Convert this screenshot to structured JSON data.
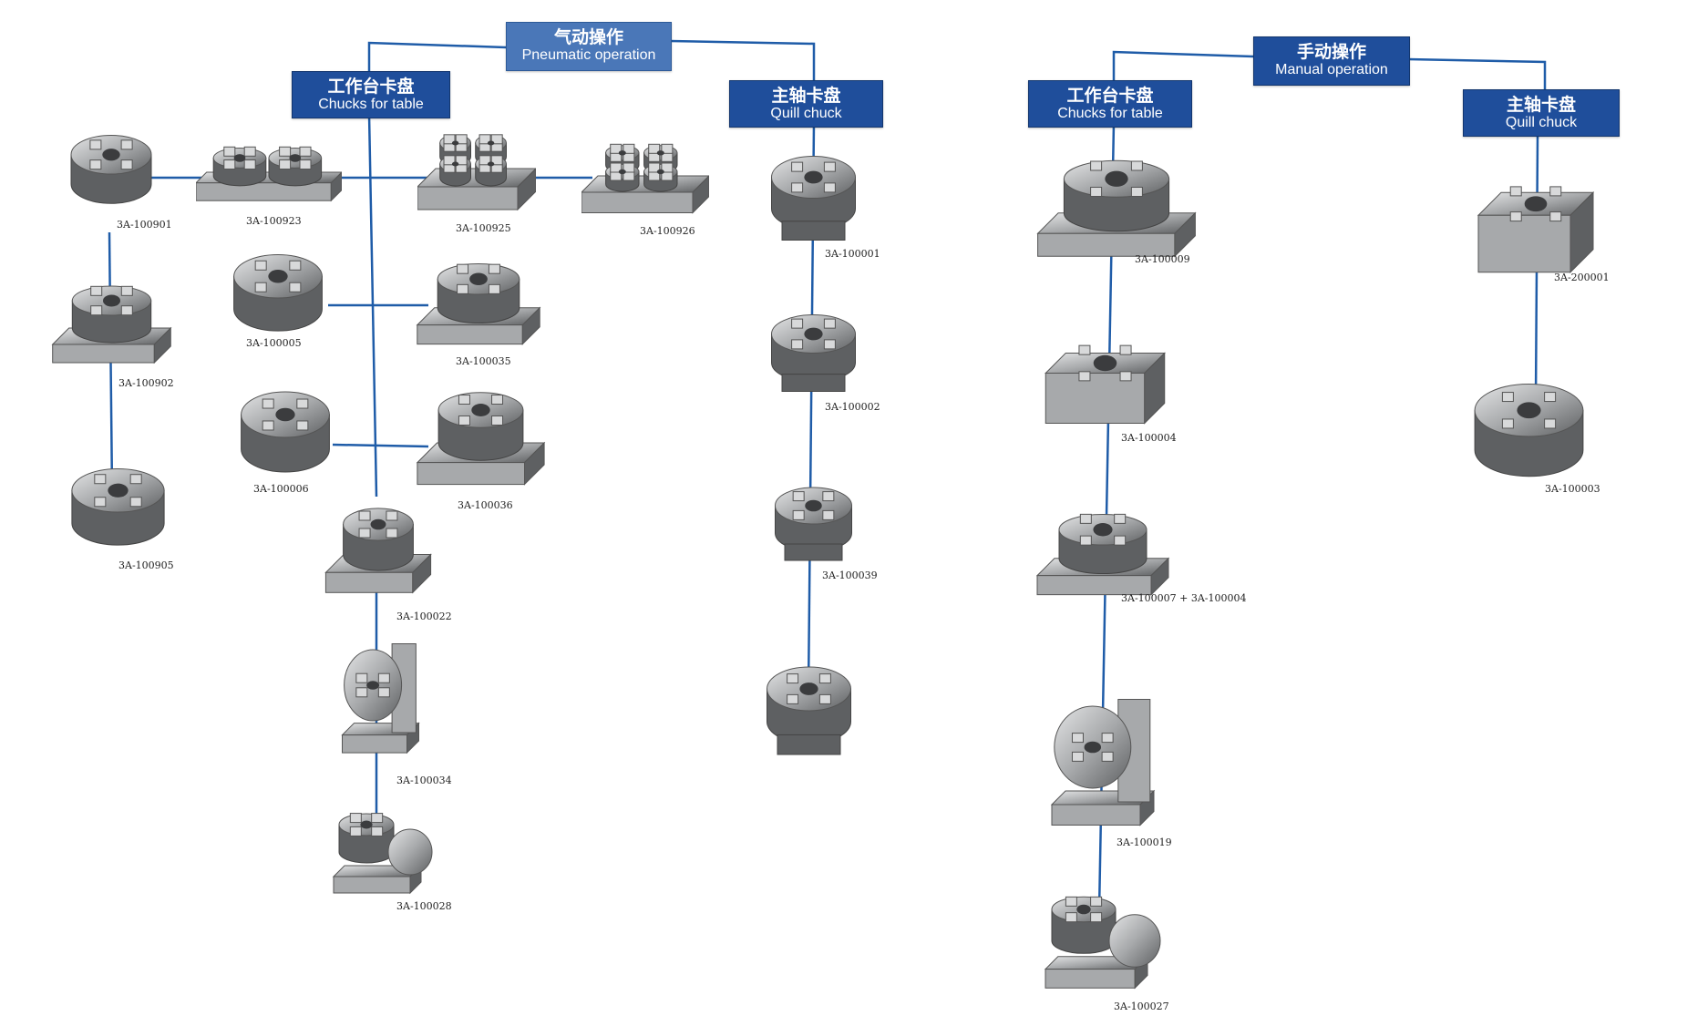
{
  "colors": {
    "header_bg": "#1f4e9b",
    "header_bg_light": "#4a77b8",
    "connector": "#1f5ca8",
    "metal": "#a7a9ab",
    "metal_dark": "#5e6062"
  },
  "headers": {
    "pneumatic": {
      "zh": "气动操作",
      "en": "Pneumatic operation"
    },
    "pneumatic_table": {
      "zh": "工作台卡盘",
      "en": "Chucks for table"
    },
    "pneumatic_quill": {
      "zh": "主轴卡盘",
      "en": "Quill chuck"
    },
    "manual": {
      "zh": "手动操作",
      "en": "Manual operation"
    },
    "manual_table": {
      "zh": "工作台卡盘",
      "en": "Chucks for table"
    },
    "manual_quill": {
      "zh": "主轴卡盘",
      "en": "Quill chuck"
    }
  },
  "products": {
    "p100901": {
      "code": "3A-100901",
      "icon": "round-chuck-icon"
    },
    "p100923": {
      "code": "3A-100923",
      "icon": "double-chuck-plate-icon"
    },
    "p100925": {
      "code": "3A-100925",
      "icon": "quad-chuck-plate-icon"
    },
    "p100926": {
      "code": "3A-100926",
      "icon": "quad-chuck-plate-icon"
    },
    "p100902": {
      "code": "3A-100902",
      "icon": "chuck-on-base-icon"
    },
    "p100905": {
      "code": "3A-100905",
      "icon": "round-chuck-icon"
    },
    "p100005": {
      "code": "3A-100005",
      "icon": "round-chuck-icon"
    },
    "p100035": {
      "code": "3A-100035",
      "icon": "chuck-on-base-icon"
    },
    "p100006": {
      "code": "3A-100006",
      "icon": "round-chuck-icon"
    },
    "p100036": {
      "code": "3A-100036",
      "icon": "chuck-on-base-icon"
    },
    "p100022": {
      "code": "3A-100022",
      "icon": "chuck-on-base-icon"
    },
    "p100034": {
      "code": "3A-100034",
      "icon": "vertical-chuck-icon"
    },
    "p100028": {
      "code": "3A-100028",
      "icon": "angle-chuck-icon"
    },
    "p100001": {
      "code": "3A-100001",
      "icon": "quill-chuck-icon"
    },
    "p100002": {
      "code": "3A-100002",
      "icon": "quill-chuck-icon"
    },
    "p100039": {
      "code": "3A-100039",
      "icon": "quill-chuck-icon"
    },
    "p_quill4": {
      "code": "",
      "icon": "quill-chuck-icon"
    },
    "p100009": {
      "code": "3A-100009",
      "icon": "chuck-on-base-icon"
    },
    "p100004": {
      "code": "3A-100004",
      "icon": "square-chuck-icon"
    },
    "p100007": {
      "code": "3A-100007 + 3A-100004",
      "icon": "chuck-on-base-icon"
    },
    "p100019": {
      "code": "3A-100019",
      "icon": "vertical-chuck-icon"
    },
    "p100027": {
      "code": "3A-100027",
      "icon": "angle-chuck-icon"
    },
    "p200001": {
      "code": "3A-200001",
      "icon": "square-chuck-icon"
    },
    "p100003": {
      "code": "3A-100003",
      "icon": "round-chuck-icon"
    }
  }
}
